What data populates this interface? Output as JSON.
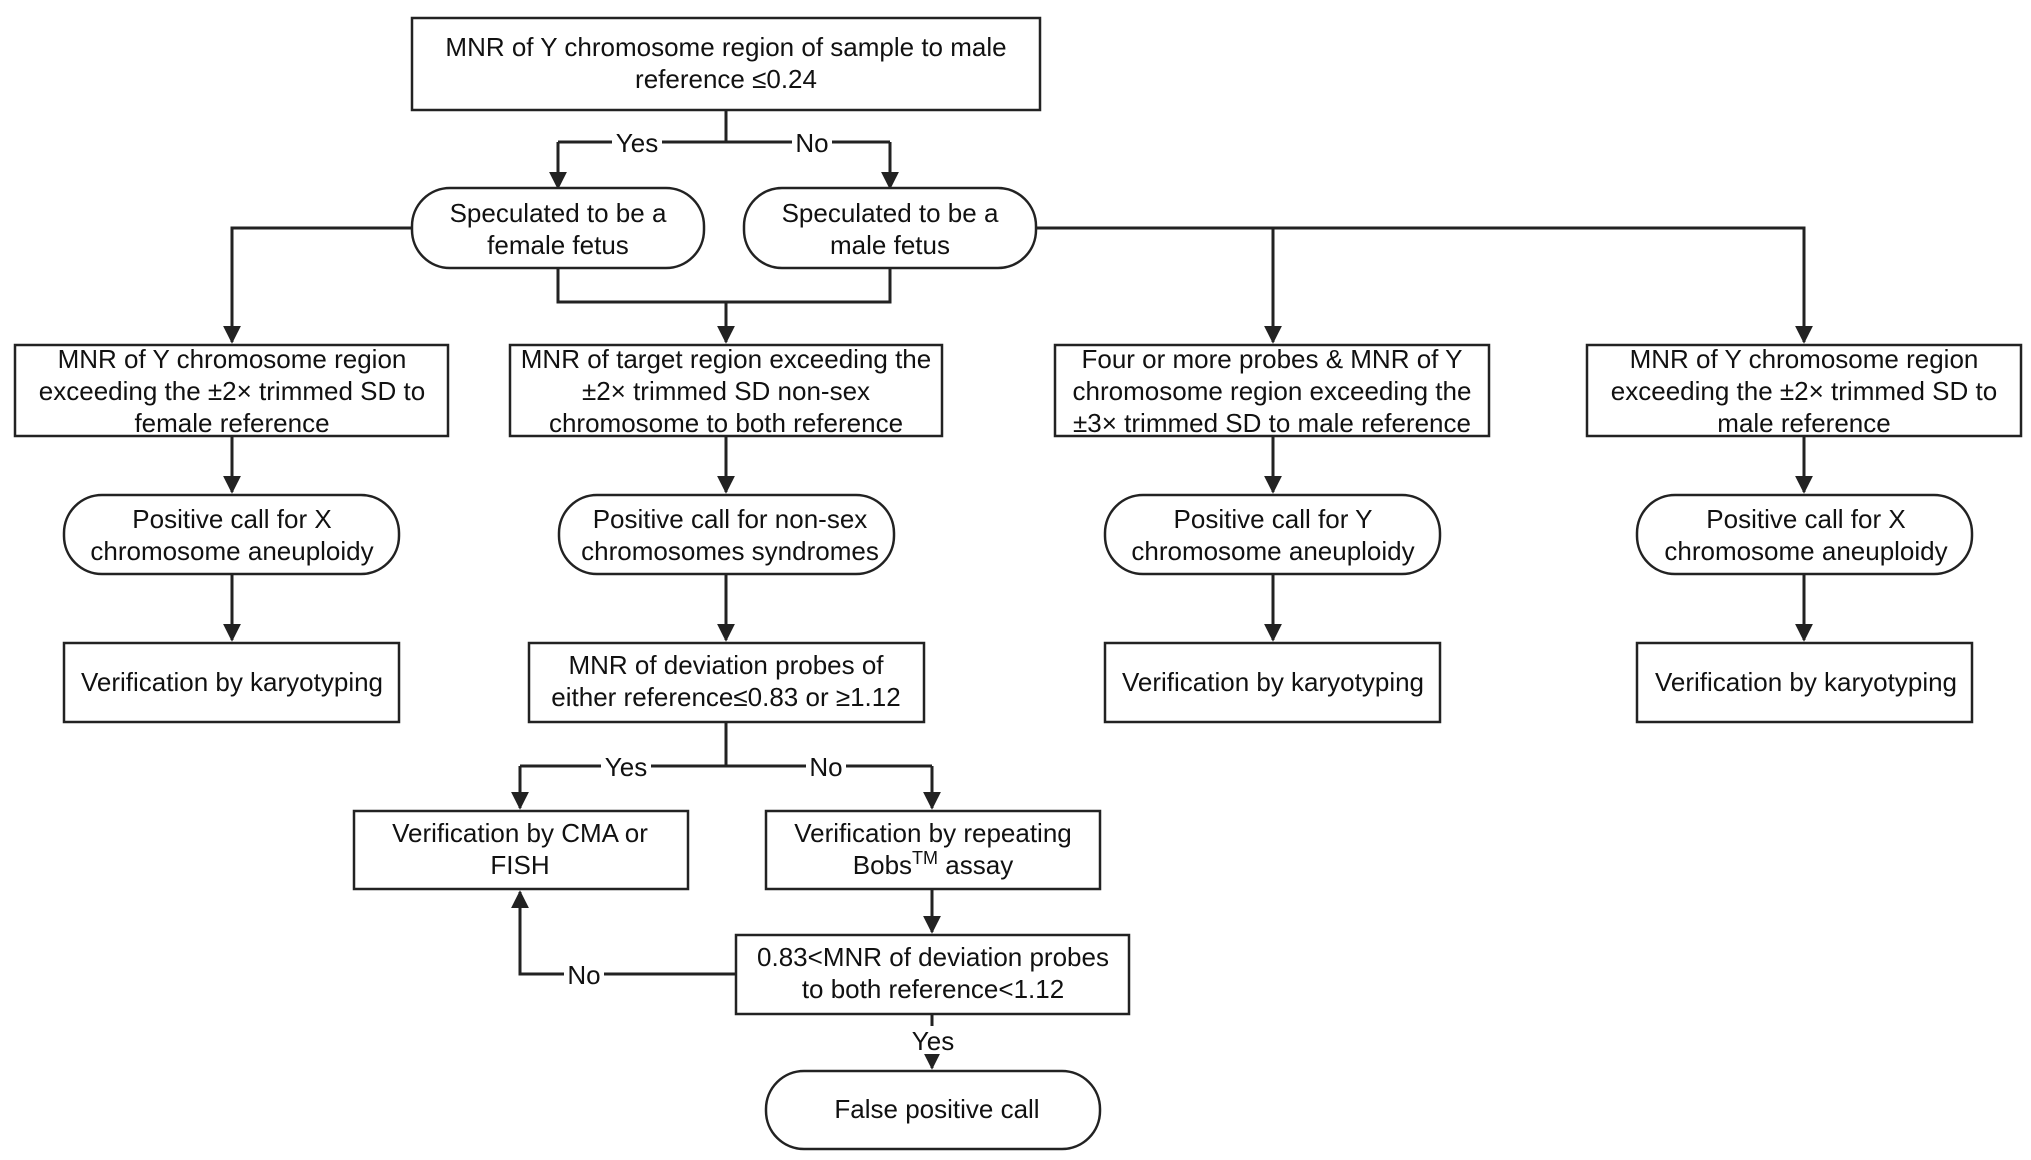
{
  "nodes": {
    "root": [
      "MNR of Y chromosome region of sample to male",
      "reference ≤0.24"
    ],
    "female": [
      "Speculated to be a",
      "female fetus"
    ],
    "male": [
      "Speculated to be a",
      "male fetus"
    ],
    "c1_cond": [
      "MNR of Y chromosome region",
      "exceeding the ±2× trimmed SD to",
      "female reference"
    ],
    "c2_cond": [
      "MNR of target region exceeding the",
      "±2× trimmed SD non-sex",
      "chromosome to both reference"
    ],
    "c3_cond": [
      "Four or more probes & MNR of Y",
      "chromosome region exceeding the",
      "±3× trimmed SD to male reference"
    ],
    "c4_cond": [
      "MNR of Y chromosome region",
      "exceeding the ±2× trimmed SD to",
      "male reference"
    ],
    "c1_pos": [
      "Positive call for X",
      "chromosome aneuploidy"
    ],
    "c2_pos": [
      "Positive call for non-sex",
      "chromosomes syndromes"
    ],
    "c3_pos": [
      "Positive call for Y",
      "chromosome aneuploidy"
    ],
    "c4_pos": [
      "Positive call for X",
      "chromosome aneuploidy"
    ],
    "c1_verify": [
      "Verification by karyotyping"
    ],
    "c2_dev": [
      "MNR of deviation probes of",
      "either reference≤0.83 or ≥1.12"
    ],
    "c3_verify": [
      "Verification by karyotyping"
    ],
    "c4_verify": [
      "Verification by karyotyping"
    ],
    "cma": [
      "Verification by CMA or",
      "FISH"
    ],
    "repeat": [
      "Verification by repeating",
      "Bobs"
    ],
    "repeat_sup": "TM",
    "repeat_tail": " assay",
    "range": [
      "0.83<MNR of deviation probes",
      "to both reference<1.12"
    ],
    "false_pos": [
      "False positive call"
    ]
  },
  "labels": {
    "yes": "Yes",
    "no": "No"
  }
}
